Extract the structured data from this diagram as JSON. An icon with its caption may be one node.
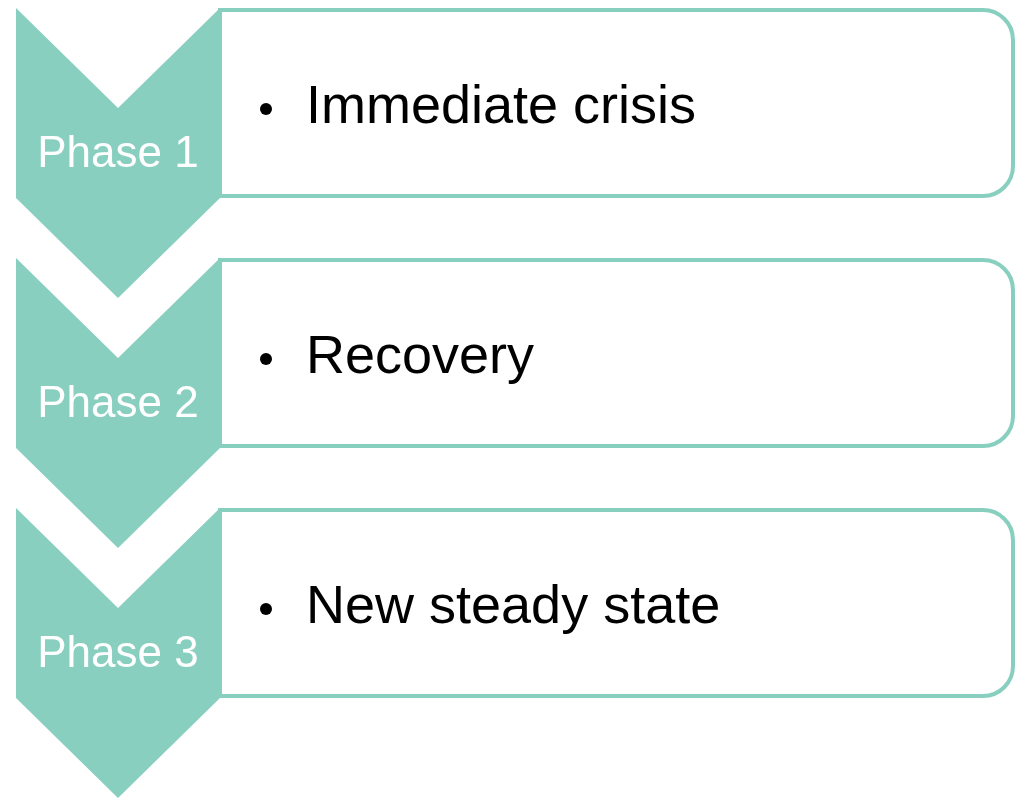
{
  "diagram": {
    "nodes": [
      {
        "text": [
          "Phase 1"
        ]
      },
      {
        "text": [
          "Immediate crisis"
        ]
      },
      {
        "text": [
          "Phase 2"
        ]
      },
      {
        "text": [
          "Recovery"
        ]
      },
      {
        "text": [
          "Phase 3"
        ]
      },
      {
        "text": [
          "New steady state"
        ]
      }
    ]
  }
}
